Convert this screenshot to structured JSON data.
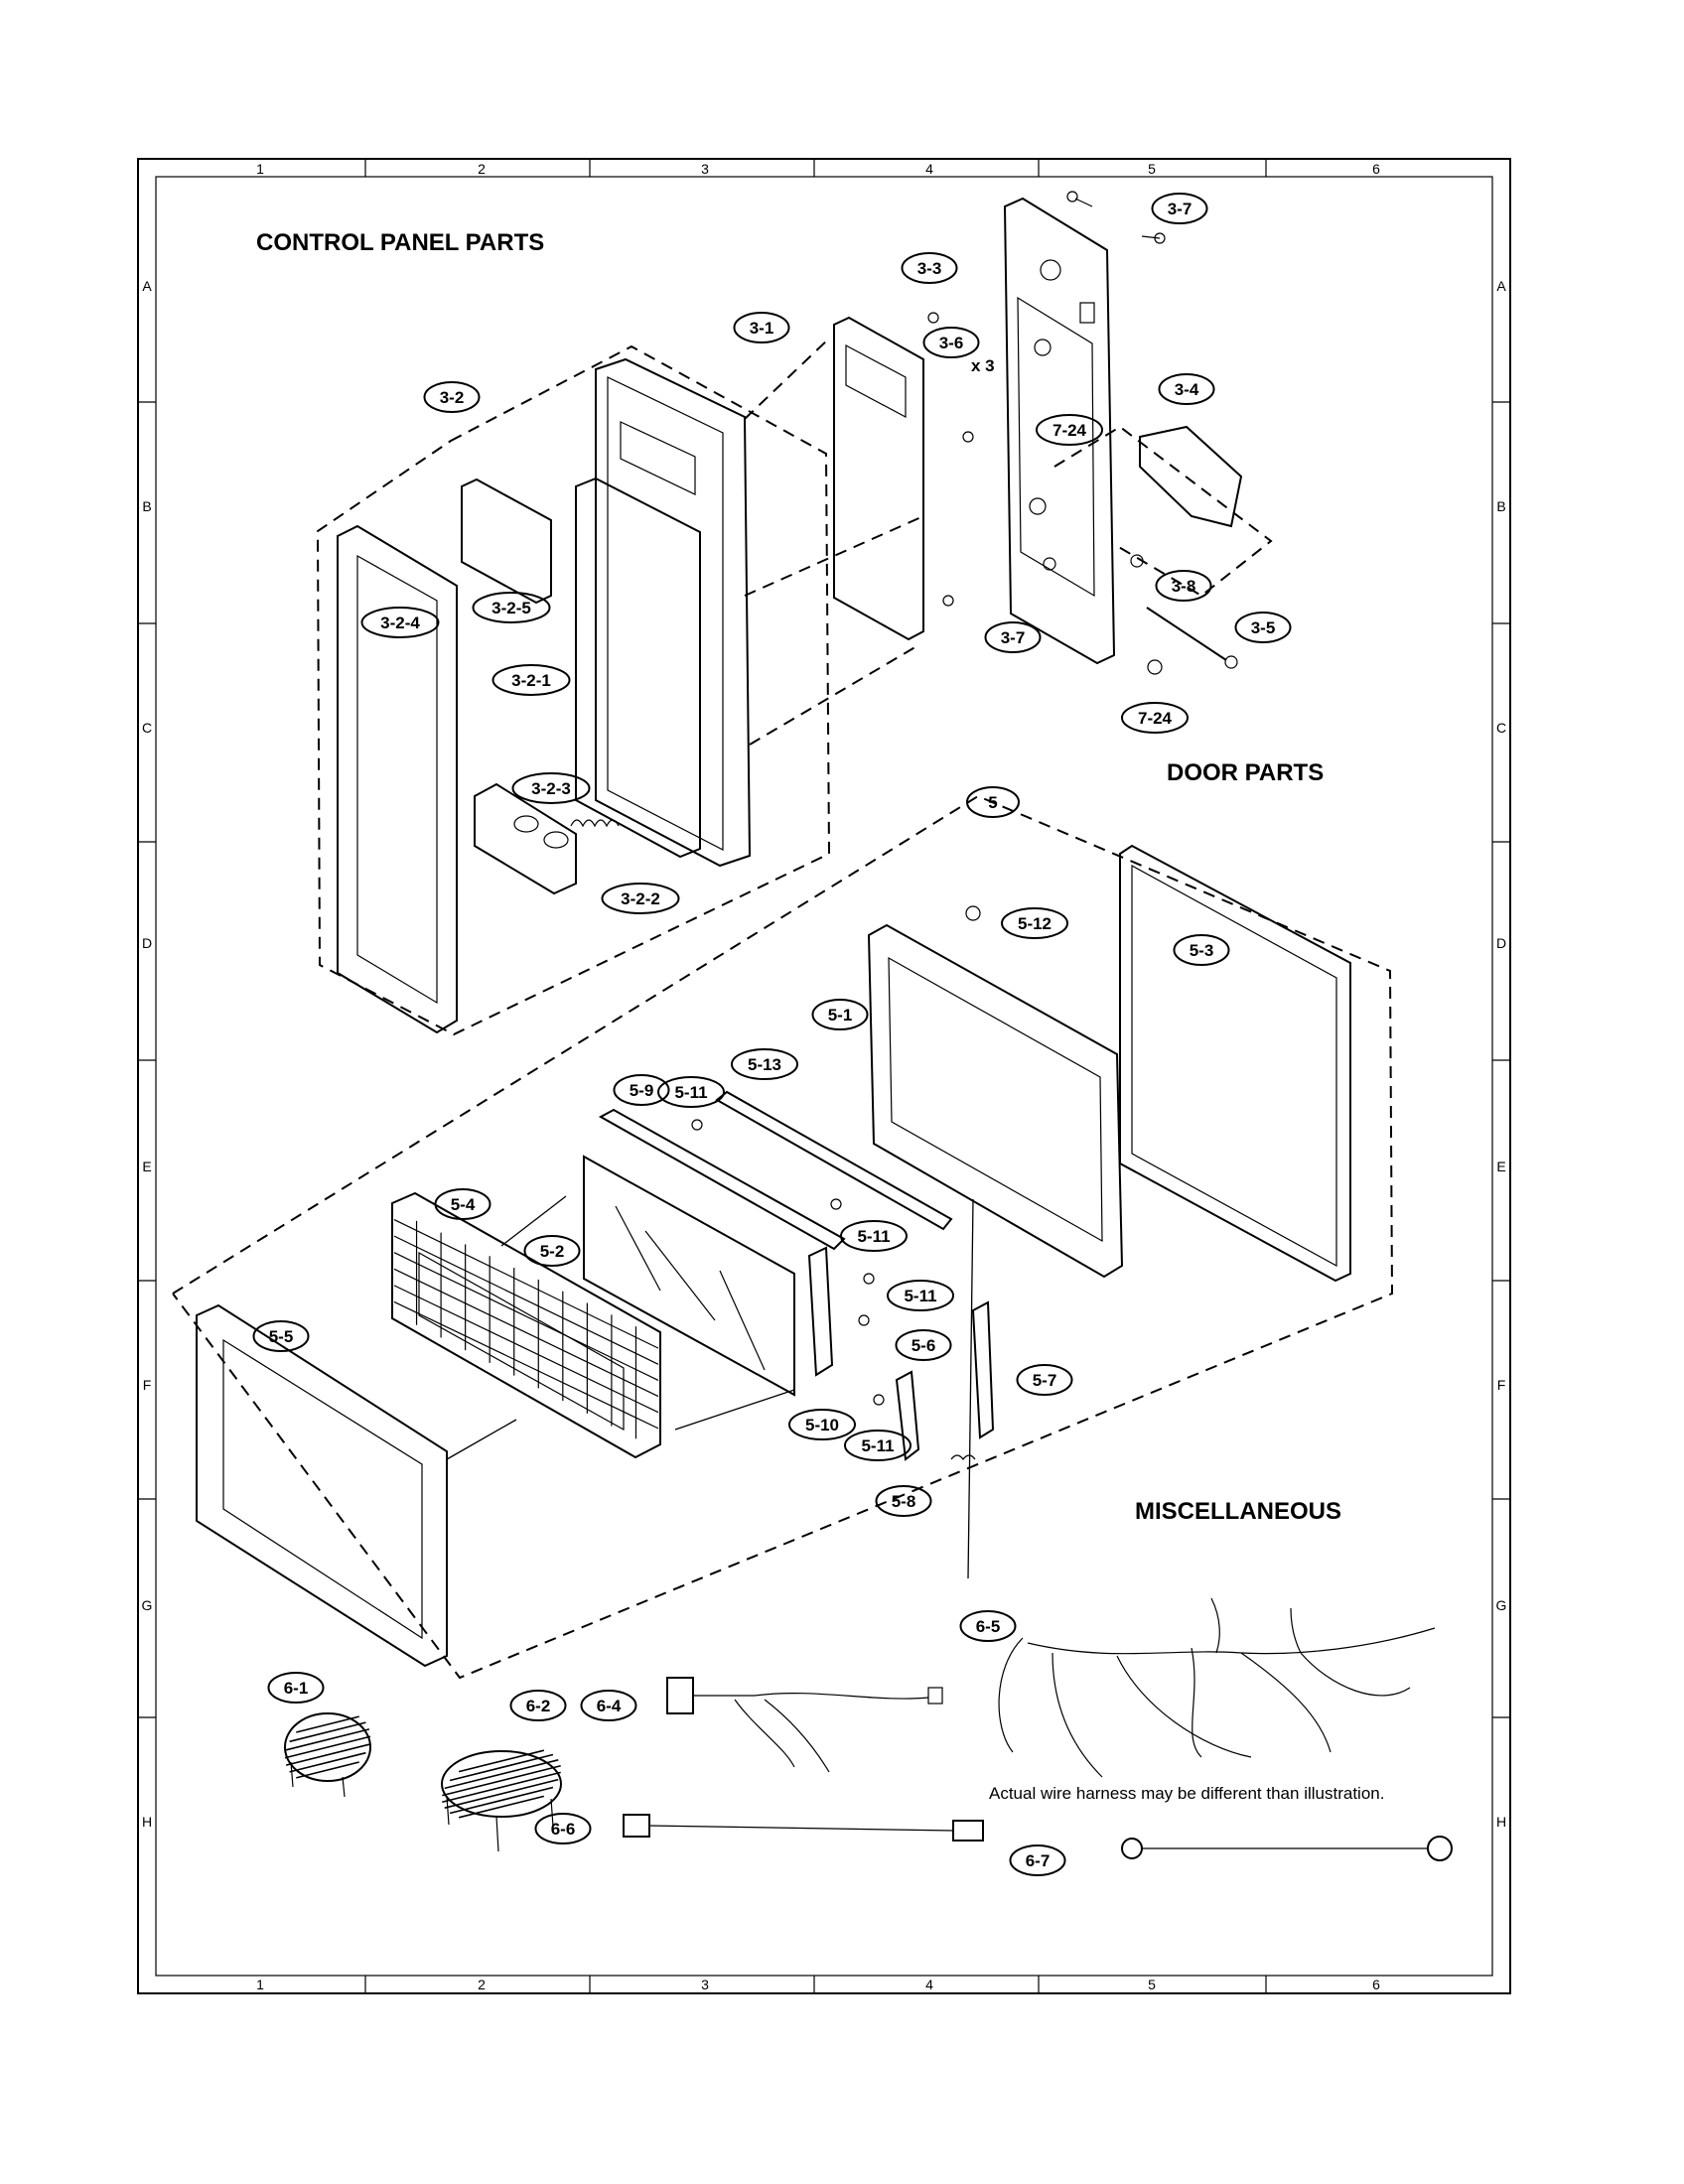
{
  "sections": {
    "control_panel": "CONTROL PANEL PARTS",
    "door": "DOOR PARTS",
    "misc": "MISCELLANEOUS"
  },
  "grid": {
    "columns": [
      "1",
      "2",
      "3",
      "4",
      "5",
      "6"
    ],
    "rows": [
      "A",
      "B",
      "C",
      "D",
      "E",
      "F",
      "G",
      "H"
    ]
  },
  "note": "Actual wire harness may be different than illustration.",
  "qty_note": "x 3",
  "callouts": [
    {
      "id": "c37a",
      "label": "3-7"
    },
    {
      "id": "c33",
      "label": "3-3"
    },
    {
      "id": "c31",
      "label": "3-1"
    },
    {
      "id": "c36",
      "label": "3-6"
    },
    {
      "id": "c32",
      "label": "3-2"
    },
    {
      "id": "c34",
      "label": "3-4"
    },
    {
      "id": "c724a",
      "label": "7-24"
    },
    {
      "id": "c38",
      "label": "3-8"
    },
    {
      "id": "c37b",
      "label": "3-7"
    },
    {
      "id": "c35",
      "label": "3-5"
    },
    {
      "id": "c724b",
      "label": "7-24"
    },
    {
      "id": "c324",
      "label": "3-2-4"
    },
    {
      "id": "c325",
      "label": "3-2-5"
    },
    {
      "id": "c321",
      "label": "3-2-1"
    },
    {
      "id": "c323",
      "label": "3-2-3"
    },
    {
      "id": "c322",
      "label": "3-2-2"
    },
    {
      "id": "c5",
      "label": "5"
    },
    {
      "id": "c512",
      "label": "5-12"
    },
    {
      "id": "c53",
      "label": "5-3"
    },
    {
      "id": "c51",
      "label": "5-1"
    },
    {
      "id": "c513",
      "label": "5-13"
    },
    {
      "id": "c59",
      "label": "5-9"
    },
    {
      "id": "c511a",
      "label": "5-11"
    },
    {
      "id": "c54",
      "label": "5-4"
    },
    {
      "id": "c52",
      "label": "5-2"
    },
    {
      "id": "c511b",
      "label": "5-11"
    },
    {
      "id": "c511c",
      "label": "5-11"
    },
    {
      "id": "c55",
      "label": "5-5"
    },
    {
      "id": "c56",
      "label": "5-6"
    },
    {
      "id": "c57",
      "label": "5-7"
    },
    {
      "id": "c510",
      "label": "5-10"
    },
    {
      "id": "c511d",
      "label": "5-11"
    },
    {
      "id": "c58",
      "label": "5-8"
    },
    {
      "id": "c65",
      "label": "6-5"
    },
    {
      "id": "c61",
      "label": "6-1"
    },
    {
      "id": "c62",
      "label": "6-2"
    },
    {
      "id": "c64",
      "label": "6-4"
    },
    {
      "id": "c66",
      "label": "6-6"
    },
    {
      "id": "c67",
      "label": "6-7"
    }
  ]
}
